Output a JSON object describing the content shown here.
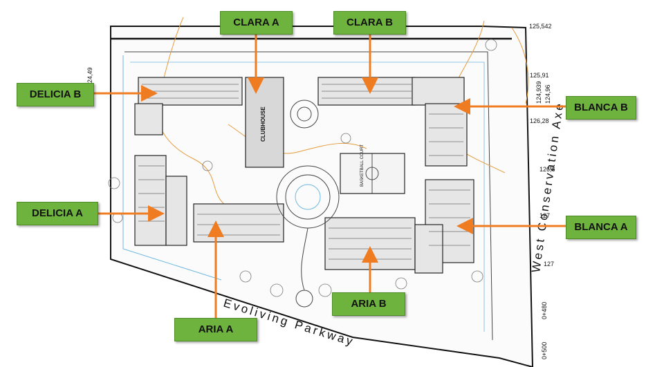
{
  "labels": {
    "clara_a": "CLARA A",
    "clara_b": "CLARA B",
    "delicia_b": "DELICIA B",
    "delicia_a": "DELICIA A",
    "blanca_b": "BLANCA B",
    "blanca_a": "BLANCA A",
    "aria_a": "ARIA A",
    "aria_b": "ARIA B"
  },
  "plan": {
    "road_south": "Evoliving Parkway",
    "road_east": "West Conservation Axe",
    "clubhouse": "CLUBHOUSE",
    "court": "BASKETBALL COURT",
    "elevations": [
      "125,542",
      "125,91",
      "124,939",
      "124,96",
      "124,49",
      "126,28",
      "126,6",
      "127",
      "127",
      "0+480",
      "0+500"
    ]
  },
  "colors": {
    "label_fill": "#6fb33f",
    "arrow": "#f07c22",
    "site_outline": "#111111",
    "contour": "#e69a3c",
    "water": "#6fb8e0"
  }
}
